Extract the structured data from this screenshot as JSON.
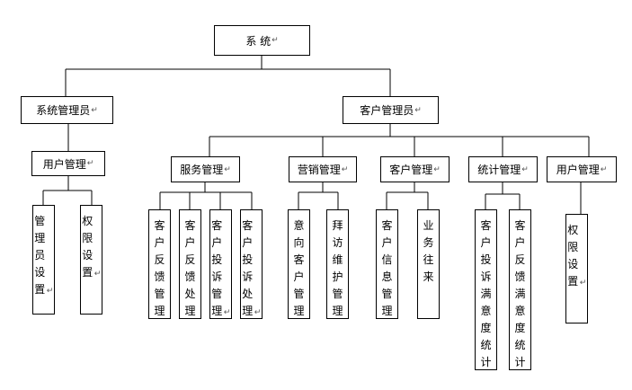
{
  "nodes": {
    "root": "系 统",
    "sys_admin": "系统管理员",
    "cust_admin": "客户管理员",
    "user_mgmt_1": "用户管理",
    "admin_settings": "管理员设置",
    "permission_settings_1": "权限设置",
    "service_mgmt": "服务管理",
    "marketing_mgmt": "营销管理",
    "customer_mgmt": "客户管理",
    "stats_mgmt": "统计管理",
    "user_mgmt_2": "用户管理",
    "feedback_mgmt": "客户反馈管理",
    "feedback_handle": "客户反馈处理",
    "complaint_mgmt": "客户投诉管理",
    "complaint_handle": "客户投诉处理",
    "prospect_mgmt": "意向客户管理",
    "visit_maint": "拜访维护管理",
    "cust_info_mgmt": "客户信息管理",
    "business_contact": "业务往来",
    "complaint_satisfaction_stats": "客户投诉满意度统计",
    "feedback_satisfaction_stats": "客户反馈满意度统计",
    "permission_settings_2": "权限设置"
  },
  "paragraph_mark": "↵"
}
